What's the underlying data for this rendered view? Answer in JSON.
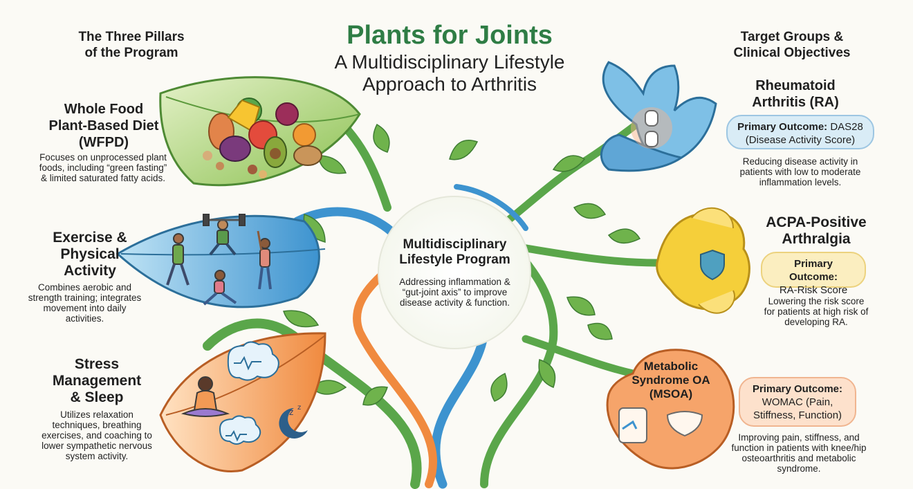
{
  "title": "Plants for Joints",
  "subtitle_line1": "A Multidisciplinary Lifestyle",
  "subtitle_line2": "Approach to Arthritis",
  "left_heading": [
    "The Three Pillars",
    "of the Program"
  ],
  "right_heading": [
    "Target Groups &",
    "Clinical Objectives"
  ],
  "center": {
    "title": [
      "Multidisciplinary",
      "Lifestyle Program"
    ],
    "text": [
      "Addressing inflammation &",
      "“gut-joint axis” to improve",
      "disease activity & function."
    ]
  },
  "pillars": [
    {
      "title": [
        "Whole Food",
        "Plant-Based Diet",
        "(WFPD)"
      ],
      "text": [
        "Focuses on unprocessed plant",
        "foods, including “green fasting”",
        "& limited saturated fatty acids."
      ],
      "color": "#7cb94a"
    },
    {
      "title": [
        "Exercise &",
        "Physical",
        "Activity"
      ],
      "text": [
        "Combines aerobic and",
        "strength training; integrates",
        "movement into daily",
        "activities."
      ],
      "color": "#3f9fd3"
    },
    {
      "title": [
        "Stress",
        "Management",
        "& Sleep"
      ],
      "text": [
        "Utilizes relaxation",
        "techniques, breathing",
        "exercises, and coaching to",
        "lower sympathetic nervous",
        "system activity."
      ],
      "color": "#f29a55"
    }
  ],
  "targets": [
    {
      "title": [
        "Rheumatoid",
        "Arthritis (RA)"
      ],
      "outcome_label": "Primary Outcome:",
      "outcome_value": "DAS28",
      "outcome_extra": "(Disease Activity Score)",
      "text": [
        "Reducing disease activity in",
        "patients with low to moderate",
        "inflammation levels."
      ],
      "color": "#5fa6d6"
    },
    {
      "title": [
        "ACPA-Positive",
        "Arthralgia"
      ],
      "outcome_label": "Primary Outcome:",
      "outcome_value": "RA-Risk Score",
      "text": [
        "Lowering the risk score",
        "for patients at high risk of",
        "developing RA."
      ],
      "color": "#f5cf3a"
    },
    {
      "title": [
        "Metabolic",
        "Syndrome OA",
        "(MSOA)"
      ],
      "outcome_label": "Primary Outcome:",
      "outcome_value": [
        "WOMAC (Pain,",
        "Stiffness, Function)"
      ],
      "text": [
        "Improving pain, stiffness, and",
        "function in patients with knee/hip",
        "osteoarthritis and metabolic",
        "syndrome."
      ],
      "color": "#f08a4b"
    }
  ],
  "icons": [
    "vegetables-icon",
    "dumbbell-icon",
    "meditation-icon",
    "brain-icon",
    "moon-icon",
    "joint-icon",
    "shield-icon",
    "knee-icon",
    "hip-icon"
  ]
}
